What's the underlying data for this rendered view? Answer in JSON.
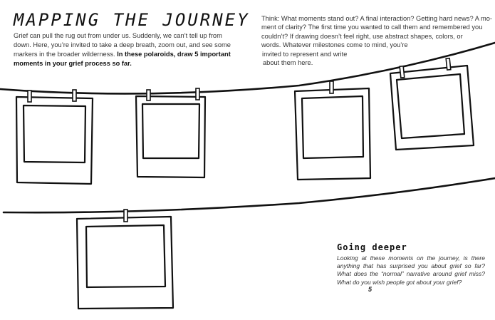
{
  "title": "MAPPING THE JOURNEY",
  "intro": {
    "text": "Grief can pull the rug out from under us. Suddenly, we can’t tell up from down. Here, you’re invited to take a deep breath, zoom out, and see some markers in the broader wilderness. ",
    "bold": "In these polaroids, draw 5 important moments in your grief process so far."
  },
  "think_lines": [
    "Think: What moments stand out? A final interaction? Getting hard news? A mo-",
    "ment of clarity? The first time you wanted to call them and remembered you",
    "couldn’t? If drawing doesn’t feel right, use abstract shapes, colors, or",
    "words. Whatever milestones come to mind, you’re",
    "invited  to  represent  and  write",
    "about them here."
  ],
  "going_deeper": {
    "heading": "Going deeper",
    "text": "Looking at these moments on the journey, is there anything that has surprised you about grief so far? What does the “normal” narrative around grief miss? What do you wish people got about your grief?"
  },
  "page_number": "5",
  "polaroid_count": 5
}
